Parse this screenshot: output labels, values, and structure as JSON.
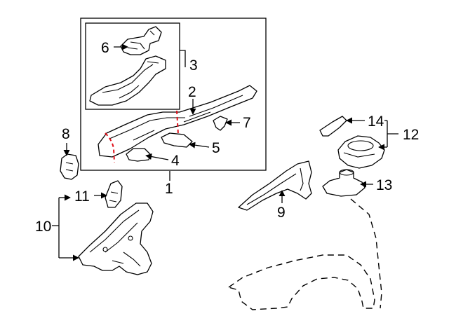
{
  "callouts": {
    "c1": "1",
    "c2": "2",
    "c3": "3",
    "c4": "4",
    "c5": "5",
    "c6": "6",
    "c7": "7",
    "c8": "8",
    "c9": "9",
    "c10": "10",
    "c11": "11",
    "c12": "12",
    "c13": "13",
    "c14": "14"
  },
  "colors": {
    "line": "#000000",
    "cut_line": "#e0101a",
    "background": "#ffffff"
  }
}
